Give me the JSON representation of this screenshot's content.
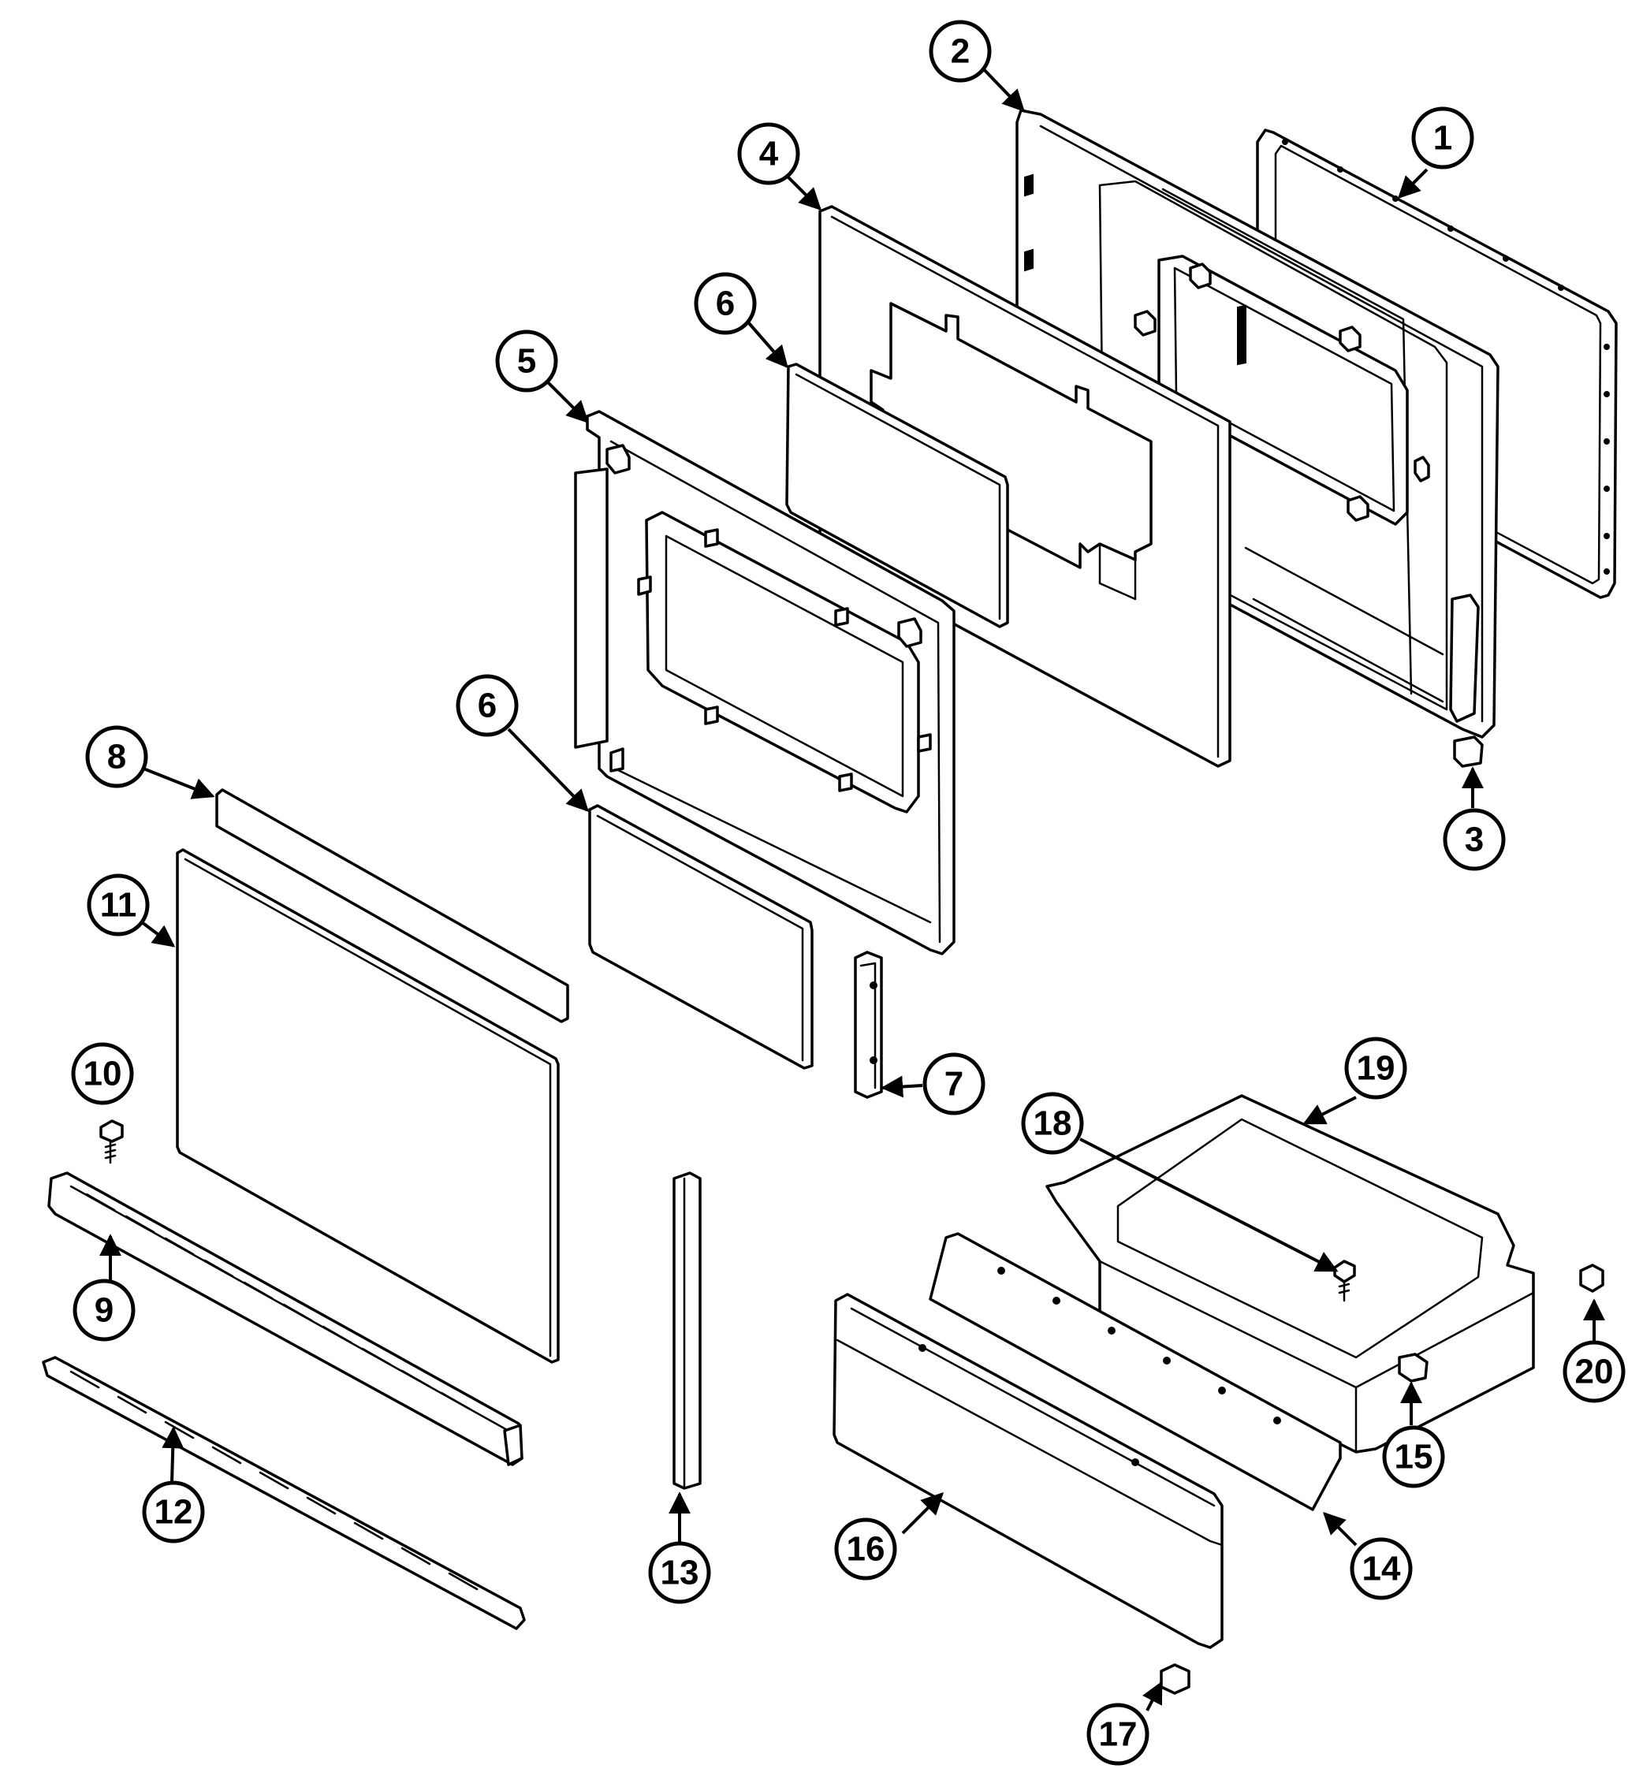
{
  "diagram": {
    "callouts": [
      {
        "id": "1",
        "label": "1"
      },
      {
        "id": "2",
        "label": "2"
      },
      {
        "id": "3",
        "label": "3"
      },
      {
        "id": "4",
        "label": "4"
      },
      {
        "id": "5",
        "label": "5"
      },
      {
        "id": "6a",
        "label": "6"
      },
      {
        "id": "6b",
        "label": "6"
      },
      {
        "id": "7",
        "label": "7"
      },
      {
        "id": "8",
        "label": "8"
      },
      {
        "id": "9",
        "label": "9"
      },
      {
        "id": "10",
        "label": "10"
      },
      {
        "id": "11",
        "label": "11"
      },
      {
        "id": "12",
        "label": "12"
      },
      {
        "id": "13",
        "label": "13"
      },
      {
        "id": "14",
        "label": "14"
      },
      {
        "id": "15",
        "label": "15"
      },
      {
        "id": "16",
        "label": "16"
      },
      {
        "id": "17",
        "label": "17"
      },
      {
        "id": "18",
        "label": "18"
      },
      {
        "id": "19",
        "label": "19"
      },
      {
        "id": "20",
        "label": "20"
      }
    ]
  }
}
